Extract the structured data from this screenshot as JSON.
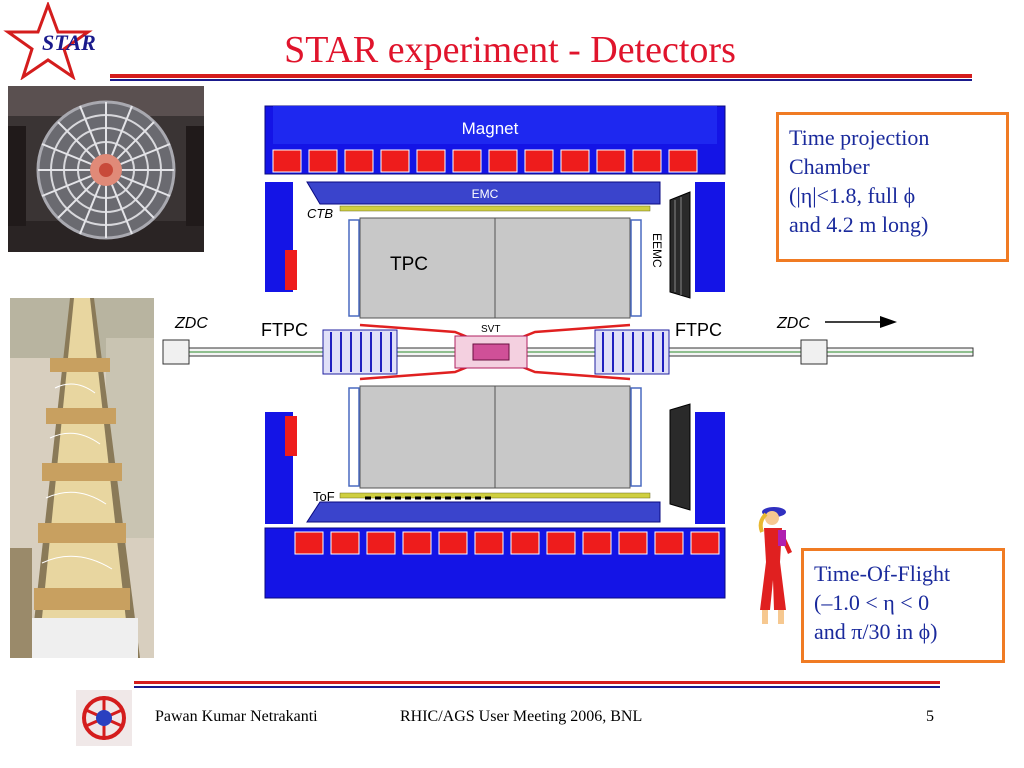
{
  "slide": {
    "title": "STAR experiment - Detectors",
    "page_number": "5"
  },
  "logo": {
    "text": "STAR"
  },
  "diagram_labels": {
    "magnet": "Magnet",
    "emc": "EMC",
    "ctb": "CTB",
    "tpc": "TPC",
    "eemc": "EEMC",
    "zdc_left": "ZDC",
    "zdc_right": "ZDC",
    "ftpc_left": "FTPC",
    "ftpc_right": "FTPC",
    "svt": "SVT",
    "tof": "ToF"
  },
  "callouts": {
    "tpc": {
      "line1": "Time projection",
      "line2": "Chamber",
      "line3": "(|η|<1.8, full ϕ",
      "line4": "and 4.2 m long)"
    },
    "tof": {
      "line1": "Time-Of-Flight",
      "line2": "(–1.0 < η < 0",
      "line3": "and π/30 in ϕ)"
    }
  },
  "footer": {
    "author": "Pawan Kumar Netrakanti",
    "meeting": "RHIC/AGS User Meeting 2006, BNL"
  },
  "colors": {
    "title": "#e0142c",
    "callout_text": "#1a2a9c",
    "callout_border": "#f07b23",
    "magnet_blue": "#1414e6",
    "coil_red": "#ee1c1c",
    "tpc_gray": "#c8c8c8"
  }
}
